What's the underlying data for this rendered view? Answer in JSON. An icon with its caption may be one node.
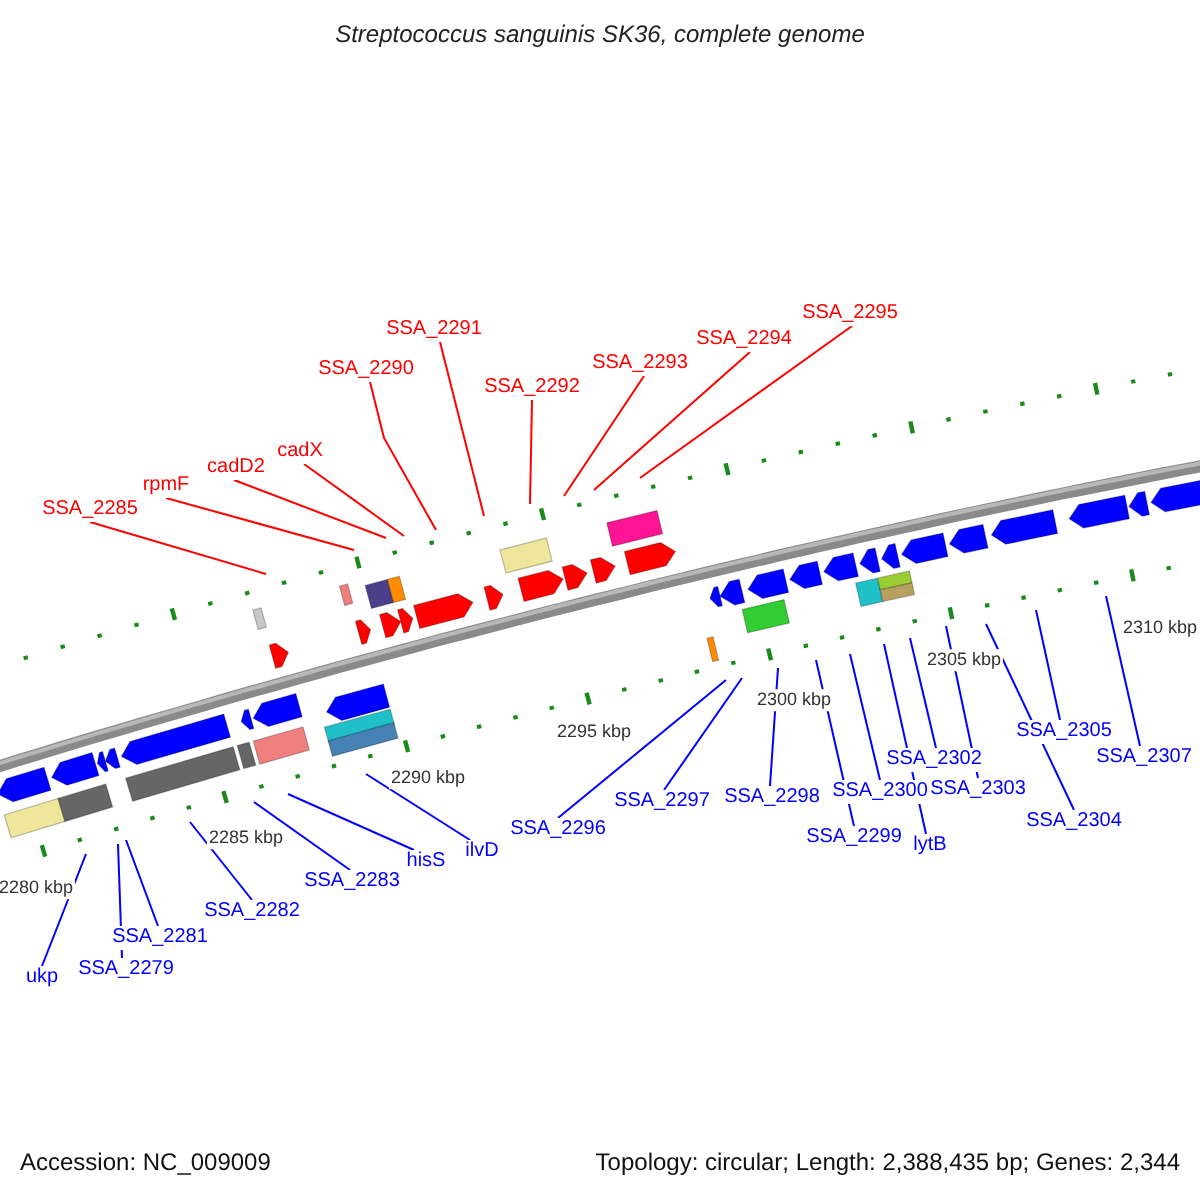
{
  "diagram": {
    "title": "Streptococcus sanguinis SK36, complete genome",
    "nodes": [
      {
        "text": [
          "SSA_2285"
        ]
      },
      {
        "text": [
          "rpmF"
        ]
      },
      {
        "text": [
          "cadD2"
        ]
      },
      {
        "text": [
          "cadX"
        ]
      },
      {
        "text": [
          "SSA_2290"
        ]
      },
      {
        "text": [
          "SSA_2291"
        ]
      },
      {
        "text": [
          "SSA_2292"
        ]
      },
      {
        "text": [
          "SSA_2293"
        ]
      },
      {
        "text": [
          "SSA_2294"
        ]
      },
      {
        "text": [
          "SSA_2295"
        ]
      },
      {
        "text": [
          "ukp"
        ]
      },
      {
        "text": [
          "SSA_2279"
        ]
      },
      {
        "text": [
          "SSA_2281"
        ]
      },
      {
        "text": [
          "SSA_2282"
        ]
      },
      {
        "text": [
          "SSA_2283"
        ]
      },
      {
        "text": [
          "hisS"
        ]
      },
      {
        "text": [
          "ilvD"
        ]
      },
      {
        "text": [
          "SSA_2296"
        ]
      },
      {
        "text": [
          "SSA_2297"
        ]
      },
      {
        "text": [
          "SSA_2298"
        ]
      },
      {
        "text": [
          "SSA_2299"
        ]
      },
      {
        "text": [
          "SSA_2300"
        ]
      },
      {
        "text": [
          "lytB"
        ]
      },
      {
        "text": [
          "SSA_2302"
        ]
      },
      {
        "text": [
          "SSA_2303"
        ]
      },
      {
        "text": [
          "SSA_2304"
        ]
      },
      {
        "text": [
          "SSA_2305"
        ]
      },
      {
        "text": [
          "SSA_2307"
        ]
      }
    ],
    "edges": [
      {
        "from": 0,
        "to": null,
        "arrow": "none",
        "color": "#ff0000"
      },
      {
        "from": 1,
        "to": null,
        "arrow": "none",
        "color": "#ff0000"
      },
      {
        "from": 2,
        "to": null,
        "arrow": "none",
        "color": "#ff0000"
      },
      {
        "from": 3,
        "to": null,
        "arrow": "none",
        "color": "#ff0000"
      },
      {
        "from": 4,
        "to": null,
        "arrow": "none",
        "color": "#ff0000"
      },
      {
        "from": 5,
        "to": null,
        "arrow": "none",
        "color": "#ff0000"
      },
      {
        "from": 6,
        "to": null,
        "arrow": "none",
        "color": "#ff0000"
      },
      {
        "from": 7,
        "to": null,
        "arrow": "none",
        "color": "#ff0000"
      },
      {
        "from": 8,
        "to": null,
        "arrow": "none",
        "color": "#ff0000"
      },
      {
        "from": 9,
        "to": null,
        "arrow": "none",
        "color": "#ff0000"
      },
      {
        "from": 10,
        "to": null,
        "arrow": "none"
      },
      {
        "from": 11,
        "to": null,
        "arrow": "none"
      },
      {
        "from": 12,
        "to": null,
        "arrow": "none"
      },
      {
        "from": 13,
        "to": null,
        "arrow": "none"
      },
      {
        "from": 14,
        "to": null,
        "arrow": "none"
      },
      {
        "from": 15,
        "to": null,
        "arrow": "none"
      },
      {
        "from": 16,
        "to": null,
        "arrow": "none"
      },
      {
        "from": 17,
        "to": null,
        "arrow": "none"
      },
      {
        "from": 18,
        "to": null,
        "arrow": "none"
      },
      {
        "from": 19,
        "to": null,
        "arrow": "none"
      },
      {
        "from": 20,
        "to": null,
        "arrow": "none"
      },
      {
        "from": 21,
        "to": null,
        "arrow": "none"
      },
      {
        "from": 22,
        "to": null,
        "arrow": "none"
      },
      {
        "from": 23,
        "to": null,
        "arrow": "none"
      },
      {
        "from": 24,
        "to": null,
        "arrow": "none"
      },
      {
        "from": 25,
        "to": null,
        "arrow": "none"
      },
      {
        "from": 26,
        "to": null,
        "arrow": "none"
      },
      {
        "from": 27,
        "to": null,
        "arrow": "none"
      }
    ],
    "labels": [
      "2280 kbp",
      "2285 kbp",
      "2290 kbp",
      "2295 kbp",
      "2300 kbp",
      "2305 kbp",
      "2310 kbp",
      "Accession: NC_009009",
      "Topology: circular; Length: 2,388,435 bp; Genes: 2,344"
    ]
  }
}
